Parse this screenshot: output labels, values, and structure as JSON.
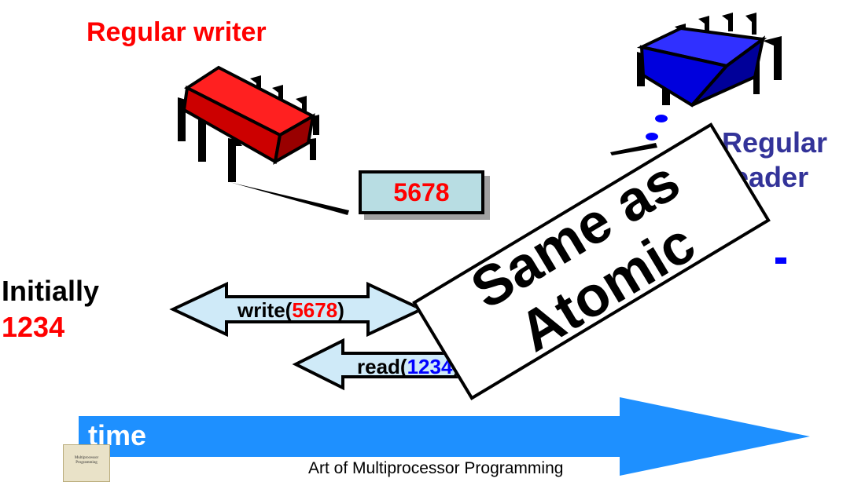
{
  "writer": {
    "title": "Regular writer",
    "color": "#ff0000",
    "icon": "red-bug-icon"
  },
  "reader": {
    "title_line1": "Regular",
    "title_line2": "reader",
    "color": "#333399",
    "icon": "blue-bug-icon"
  },
  "initial": {
    "label": "Initially",
    "value": "1234"
  },
  "register": {
    "value": "5678"
  },
  "operations": {
    "write": {
      "name": "write(",
      "value": "5678",
      "close": ")"
    },
    "read": {
      "name": "read(",
      "value": "1234",
      "close": ")"
    }
  },
  "timeline": {
    "label": "time",
    "color": "#1e90ff"
  },
  "stamp": {
    "line1": "Same as",
    "line2": "Atomic"
  },
  "footer": {
    "text": "Art of Multiprocessor Programming"
  },
  "book": {
    "title": "Multiprocessor Programming"
  }
}
